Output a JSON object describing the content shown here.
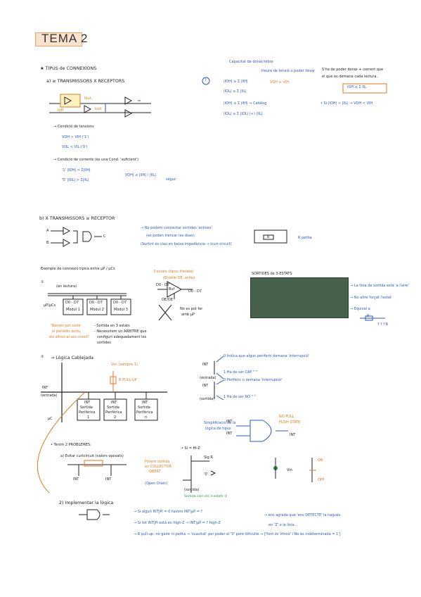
{
  "title": "TEMA 2",
  "section1": {
    "heading": "★ TIPUS de CONNEXIONS",
    "sub_a": "a) ≥ TRANSMISSORS  X RECEPTORS",
    "ioh": "IoH",
    "iout": "Iout",
    "iout2": "Iout",
    "cond_tensions": "→ Condició de tensions",
    "voh": "VOH > VIH   ('1')",
    "vol": "VOL < VIL   ('0')",
    "cond_corrents": "→ Condició de corrents (és una Cond. 'suficient')",
    "c1": "'1'   |IOH| > Σ|IIH|",
    "c0": "'0'   |IOL| > Σ|IIL|",
    "cmid": "|IOH| ≤ |IIH|  /  |IIL|",
    "cseg": "segur."
  },
  "right_top": {
    "note1": "Capacitat de donar/rebre",
    "note2": "treure de tensió o poder llevar",
    "marker": "?",
    "l1": "|IOH| ≥ Σ |IIH|",
    "l1b": "VOH ≥ VIH",
    "l2": "|IOL| ≤ Σ |IIL|",
    "l3": "|IOH| ≤ Σ |IIH| → Catálog",
    "l4": "|IOL| ≤ Σ |IOL| (+) |IIL|",
    "r1": "S'ha de poder donar + corrent que",
    "r2": "el que es demana cada lectura.",
    "boxed": "IOH ≤ Σ IIL",
    "r3": "• Si  |IOH| < |IIL| → VOH < VIH"
  },
  "section_b": {
    "heading": "b) X TRANSMISSORS  ≥ RECEPTOR",
    "A": "A",
    "B": "B",
    "C": "C",
    "n1": "→ No podem connectar sortides 'actives'",
    "n2": "(es poden trencar les dues).",
    "n3": "(Surtint és clau en baixa impedància → Icurt-circuit)",
    "r": "R",
    "rpetita": "R petita"
  },
  "bus": {
    "heading": "Exemple de connexió típica entre μP / μCs",
    "n1": "①",
    "busw": "(en lectura)",
    "mu": "μP/μCs",
    "d1": "D0 - D7",
    "d2": "D0 - D7",
    "d3": "D0 - D7",
    "mod1": "Mòdul 1",
    "mod2": "Mòdul 2",
    "mod3": "Mòdul 3",
    "o1": "'Només pot sortir",
    "o2": "el periòdic actiu,",
    "o3": "els altres al seu nivell!'",
    "k1": "- Sortida en 3 estats",
    "k2": "- Necessitem un ARBITRE que",
    "k3": "configuri adequadament les",
    "k4": "sortides",
    "tri1": "3 estats (tipus tristate)",
    "tri2": "(Enable OE, actiu)",
    "ds": "D0 - D7",
    "ds2": "D0 - D7",
    "oe": "OE/OE",
    "bd": "Buf",
    "xnote": "No es pot fer",
    "xnote2": "amb μP",
    "photo_title": "SORTIDES de 3-ESTATS",
    "p1": "→ La línia de sortida està 'a l'aire'",
    "p2": "→ No altre forçat l'estat",
    "p3": "→ Equival a",
    "rl": "R",
    "high": "↑↑↑R"
  },
  "logic": {
    "n2": "②",
    "heading": "→ Lògica Cablejada",
    "vcc": "Vcc (sempre 1)",
    "rpull": "R PULL-UP",
    "int": "INT",
    "entrada": "(entrada)",
    "mc": "μC",
    "per1": [
      "INT",
      "Sortida",
      "Perifèrica",
      "1"
    ],
    "per2": [
      "INT",
      "Sortida",
      "Perifèrica",
      "2"
    ],
    "per3": [
      "INT",
      "Sortida",
      "Perifèrica",
      "n"
    ],
    "a1": "0  Indica que algun perifèric demana 'interrupció'",
    "a2": "1  Ha de ser         CAP          \"         \"",
    "ent": "(entrada)",
    "b1": "0  Perifèric n demana 'interrupció'",
    "b2": "1  Ha de ser         NO           \"         \"",
    "sort": "(sortida)",
    "ip1": "INT",
    "ip2": "INT",
    "and1": "Simplificació de la",
    "and2": "lògica de tipus",
    "inta": "INT",
    "intb": "INT",
    "nopull": "NO PULL",
    "fase": "PUSH STATE",
    "intm": "INT"
  },
  "prob": {
    "heading": "• Tenim 2 PROBLEMES:",
    "a1": "a) Evitar curtcircuit (valors oposats)",
    "o1": "Posem sortida",
    "o2": "en COLLECTOR",
    "o3": "OBERT",
    "o4": "(Open Drain)",
    "sig": "Sig R",
    "zero": "'0'",
    "o5": "• Si = Hi-Z",
    "cdn": "(sortida)",
    "g1": "Sortida com els 3-estats ②",
    "int1": "INT",
    "int2": "INT",
    "vin": "Vin",
    "on": "ON",
    "off": "OFF",
    "b": "2) Implementar la lògica",
    "l1": "→ Si algun  INT|Pi = 0  llavors  INT|μP = ?",
    "l1b": "→ ens agrada que 'ens DETECTE' la hagués",
    "l2": "→ Si tot  INT|Pi  està en high-Z → INT|μP = ? high-Z",
    "l2b": "en 'Z' o la línia...",
    "l3": "→ R pull-up: no gaire ni petita → 'suavitat' per poder el '0' però dificulte → ['font és Vmod' i No és indeterminada = 1']"
  }
}
